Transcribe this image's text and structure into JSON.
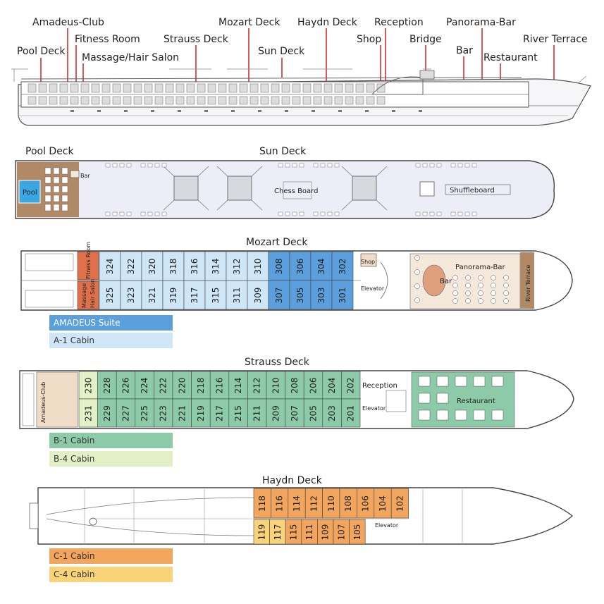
{
  "profile": {
    "labels": {
      "pool_deck": "Pool Deck",
      "amadeus_club": "Amadeus-Club",
      "fitness_room": "Fitness Room",
      "massage_hair_salon": "Massage/Hair Salon",
      "strauss_deck": "Strauss Deck",
      "mozart_deck": "Mozart Deck",
      "sun_deck": "Sun Deck",
      "haydn_deck": "Haydn Deck",
      "shop": "Shop",
      "reception": "Reception",
      "bridge": "Bridge",
      "bar": "Bar",
      "panorama_bar": "Panorama-Bar",
      "restaurant": "Restaurant",
      "river_terrace": "River Terrace"
    }
  },
  "sun_deck": {
    "title": "Sun Deck",
    "pool_deck_title": "Pool Deck",
    "pool_label": "Pool",
    "bar_label": "Bar",
    "chess_label": "Chess Board",
    "shuffle_label": "Shuffleboard"
  },
  "mozart_deck": {
    "title": "Mozart Deck",
    "top_cabins": [
      "324",
      "322",
      "320",
      "318",
      "316",
      "314",
      "312",
      "310",
      "308",
      "306",
      "304",
      "302"
    ],
    "bottom_cabins": [
      "325",
      "323",
      "321",
      "319",
      "317",
      "315",
      "311",
      "309",
      "307",
      "305",
      "303",
      "301"
    ],
    "fitness_label": "Fitness Room",
    "massage_label": "Massage",
    "hair_salon_label": "Hair Salon",
    "shop_label": "Shop",
    "elevator_label": "Elevator",
    "bar_label": "Bar",
    "panorama_label": "Panorama-Bar",
    "terrace_label": "River Terrace"
  },
  "strauss_deck": {
    "title": "Strauss Deck",
    "top_cabins": [
      "230",
      "228",
      "226",
      "224",
      "222",
      "220",
      "218",
      "216",
      "214",
      "212",
      "210",
      "208",
      "206",
      "204",
      "202"
    ],
    "bottom_cabins": [
      "231",
      "229",
      "227",
      "225",
      "223",
      "221",
      "219",
      "217",
      "215",
      "211",
      "209",
      "207",
      "205",
      "203",
      "201"
    ],
    "club_label": "Amadeus-Club",
    "reception_label": "Reception",
    "elevator_label": "Elevator",
    "restaurant_label": "Restaurant"
  },
  "haydn_deck": {
    "title": "Haydn Deck",
    "top_cabins": [
      "118",
      "116",
      "114",
      "112",
      "110",
      "108",
      "106",
      "104",
      "102"
    ],
    "bottom_cabins": [
      "119",
      "117",
      "115",
      "111",
      "109",
      "107",
      "105"
    ],
    "elevator_label": "Elevator"
  },
  "legend": {
    "amadeus_suite": "AMADEUS Suite",
    "a1_cabin": "A-1 Cabin",
    "b1_cabin": "B-1 Cabin",
    "b4_cabin": "B-4 Cabin",
    "c1_cabin": "C-1 Cabin",
    "c4_cabin": "C-4 Cabin"
  },
  "colors": {
    "amadeus_suite": "#5b9fdc",
    "a1_cabin": "#cfe6f7",
    "b1_cabin": "#8dcaa7",
    "b4_cabin": "#e3efc4",
    "c1_cabin": "#f2a55c",
    "c4_cabin": "#f8d37a",
    "fitness": "#e0704a",
    "club": "#f1dcc7",
    "terrace": "#b08a66",
    "pool": "#3aa7e3",
    "restaurant_area": "#8dcaa7",
    "bar_area": "#f4e8da",
    "leader_line": "#d32f2f",
    "deck_fill": "#ecedf7",
    "outline": "#444444"
  }
}
